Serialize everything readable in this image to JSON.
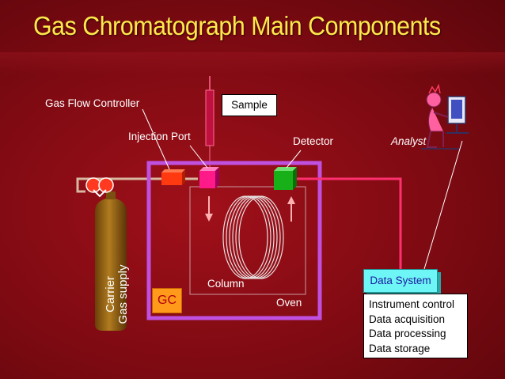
{
  "title": "Gas Chromatograph Main Components",
  "labels": {
    "gas_flow_controller": "Gas Flow Controller",
    "sample": "Sample",
    "injection_port": "Injection Port",
    "detector": "Detector",
    "analyst": "Analyst",
    "column": "Column",
    "oven": "Oven",
    "gc": "GC",
    "carrier_line1": "Carrier",
    "carrier_line2": "Gas supply",
    "data_system": "Data System"
  },
  "data_system_functions": [
    "Instrument control",
    "Data acquisition",
    "Data processing",
    "Data storage"
  ],
  "colors": {
    "title": "#ffe94a",
    "oven_border": "#c050e0",
    "signal_line": "#ff3070",
    "flow_controller": "#ff3a10",
    "injection_port": "#ff1a8a",
    "detector": "#18b018",
    "gas_cylinder": "#8a5a10",
    "gc_box": "#ff9a1a",
    "data_system_box": "#6ef5f5"
  }
}
